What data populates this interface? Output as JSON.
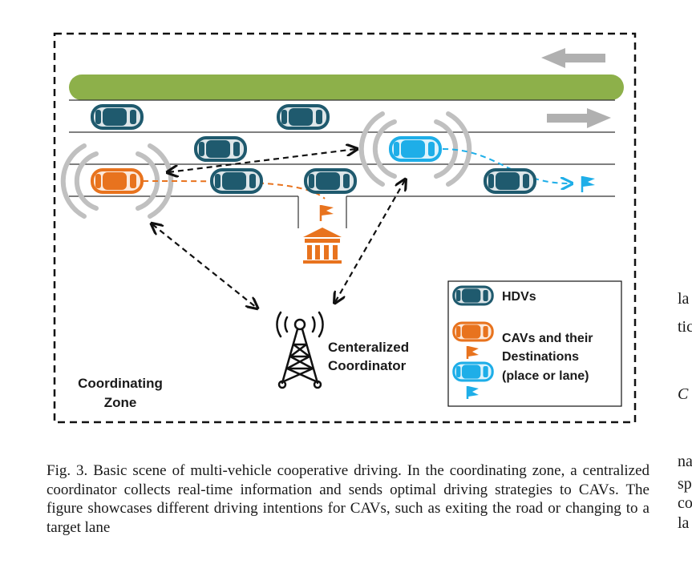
{
  "colors": {
    "hdv": "#1f5a6e",
    "cav_orange": "#e8731e",
    "cav_blue": "#1eaee8",
    "median": "#8db04a",
    "signal": "#c0c0c0",
    "arrow_gray": "#b0b0b0"
  },
  "icons": {
    "hdv": "dark-teal-car-icon",
    "cav_orange": "orange-car-icon",
    "cav_blue": "blue-car-icon",
    "destination_place": "building-icon",
    "destination_flag": "flag-icon",
    "coordinator": "radio-tower-icon"
  },
  "legend": {
    "hdv_label": "HDVs",
    "cav_line1": "CAVs and their",
    "cav_line2": "Destinations",
    "cav_line3": "(place or lane)"
  },
  "coordinator": {
    "line1": "Centeralized",
    "line2": "Coordinator"
  },
  "zone": {
    "line1": "Coordinating",
    "line2": "Zone"
  },
  "caption": "Fig. 3.  Basic scene of multi-vehicle cooperative driving. In the coordinating zone, a centralized coordinator collects real-time information and sends optimal driving strategies to CAVs. The figure showcases different driving intentions for CAVs, such as exiting the road or changing to a target lane",
  "right_margin_text": [
    "la",
    "tic",
    "C",
    "na",
    "sp",
    "co",
    "la"
  ]
}
